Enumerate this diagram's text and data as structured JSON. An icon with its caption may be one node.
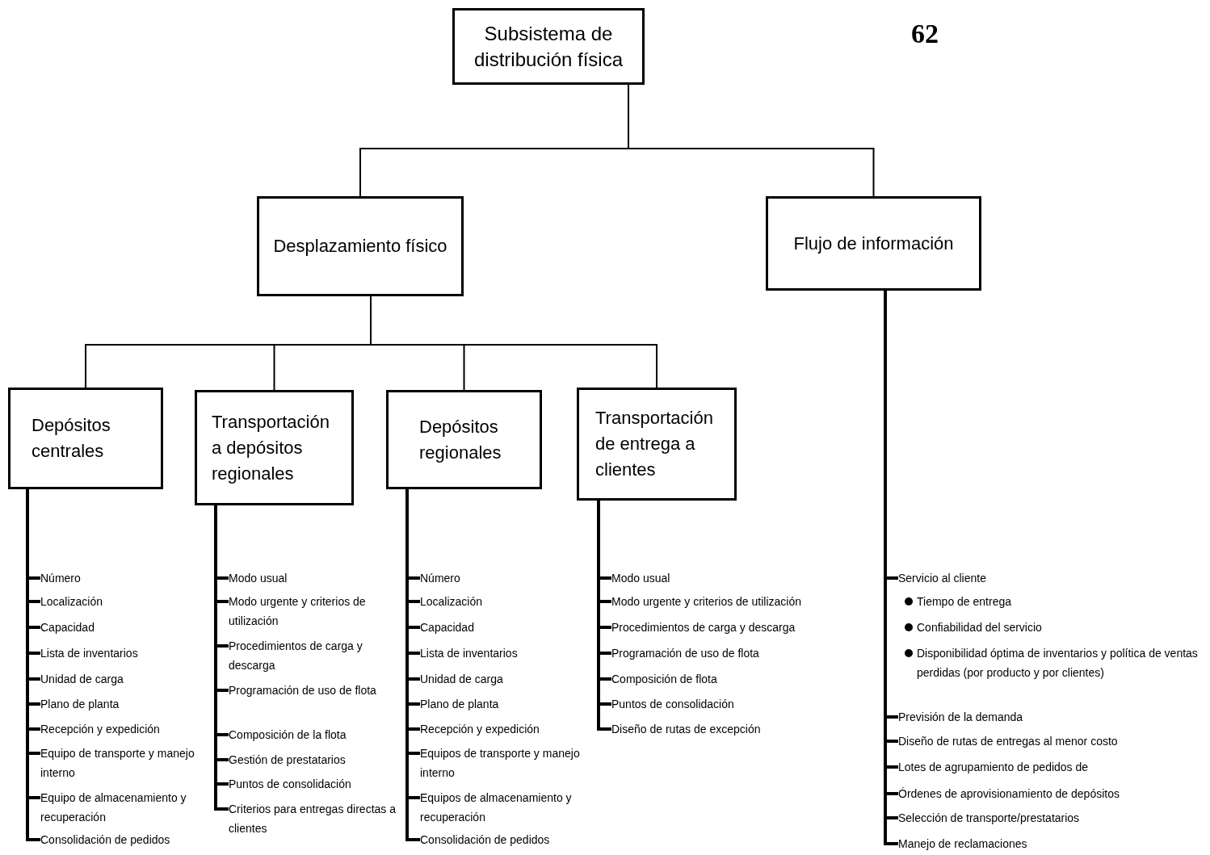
{
  "diagram": {
    "nodes": [
      {
        "text": [
          "Subsistema de distribución física"
        ]
      },
      {
        "text": [
          "Desplazamiento físico"
        ]
      },
      {
        "text": [
          "Flujo de información"
        ]
      },
      {
        "text": [
          "Depósitos centrales"
        ]
      },
      {
        "text": [
          "Transportación a depósitos regionales"
        ]
      },
      {
        "text": [
          "Depósitos regionales"
        ]
      },
      {
        "text": [
          "Transportación de entrega a clientes"
        ]
      },
      {
        "text": [
          "Número"
        ]
      },
      {
        "text": [
          "Localización"
        ]
      },
      {
        "text": [
          "Capacidad"
        ]
      },
      {
        "text": [
          "Lista de inventarios"
        ]
      },
      {
        "text": [
          "Unidad de carga"
        ]
      },
      {
        "text": [
          "Plano de planta"
        ]
      },
      {
        "text": [
          "Recepción y expedición"
        ]
      },
      {
        "text": [
          "Equipo de transporte y manejo interno"
        ]
      },
      {
        "text": [
          "Equipo de almacenamiento y recuperación"
        ]
      },
      {
        "text": [
          "Consolidación de pedidos"
        ]
      },
      {
        "text": [
          "Modo usual"
        ]
      },
      {
        "text": [
          "Modo urgente y criterios de utilización"
        ]
      },
      {
        "text": [
          "Procedimientos de carga y descarga"
        ]
      },
      {
        "text": [
          "Programación de uso de flota"
        ]
      },
      {
        "text": [
          "Composición de la flota"
        ]
      },
      {
        "text": [
          "Gestión de prestatarios"
        ]
      },
      {
        "text": [
          "Puntos de consolidación"
        ]
      },
      {
        "text": [
          "Criterios para entregas directas a clientes"
        ]
      },
      {
        "text": [
          "Número"
        ]
      },
      {
        "text": [
          "Localización"
        ]
      },
      {
        "text": [
          "Capacidad"
        ]
      },
      {
        "text": [
          "Lista de inventarios"
        ]
      },
      {
        "text": [
          "Unidad de carga"
        ]
      },
      {
        "text": [
          "Plano de planta"
        ]
      },
      {
        "text": [
          "Recepción y expedición"
        ]
      },
      {
        "text": [
          "Equipos de transporte y manejo interno"
        ]
      },
      {
        "text": [
          "Equipos de almacenamiento y recuperación"
        ]
      },
      {
        "text": [
          "Consolidación de pedidos"
        ]
      },
      {
        "text": [
          "Modo usual"
        ]
      },
      {
        "text": [
          "Modo urgente y criterios de utilización"
        ]
      },
      {
        "text": [
          "Procedimientos de carga y descarga"
        ]
      },
      {
        "text": [
          "Programación de uso de flota"
        ]
      },
      {
        "text": [
          "Composición de flota"
        ]
      },
      {
        "text": [
          "Puntos de consolidación"
        ]
      },
      {
        "text": [
          "Diseño de rutas de excepción"
        ]
      },
      {
        "text": [
          "Servicio al cliente"
        ]
      },
      {
        "text": [
          "Previsión de la demanda"
        ]
      },
      {
        "text": [
          "Diseño de rutas de entregas al menor costo"
        ]
      },
      {
        "text": [
          "Lotes de agrupamiento de pedidos de"
        ]
      },
      {
        "text": [
          "Órdenes de aprovisionamiento de depósitos"
        ]
      },
      {
        "text": [
          "Selección de transporte/prestatarios"
        ]
      },
      {
        "text": [
          "Manejo de reclamaciones"
        ]
      }
    ],
    "edges": [
      {
        "from": 0,
        "to": 1,
        "arrow": "none"
      },
      {
        "from": 0,
        "to": 2,
        "arrow": "none"
      },
      {
        "from": 1,
        "to": 3,
        "arrow": "none"
      },
      {
        "from": 1,
        "to": 4,
        "arrow": "none"
      },
      {
        "from": 1,
        "to": 5,
        "arrow": "none"
      },
      {
        "from": 1,
        "to": 6,
        "arrow": "none"
      },
      {
        "from": 3,
        "to": 7,
        "arrow": "none"
      },
      {
        "from": 3,
        "to": 8,
        "arrow": "none"
      },
      {
        "from": 3,
        "to": 9,
        "arrow": "none"
      },
      {
        "from": 3,
        "to": 10,
        "arrow": "none"
      },
      {
        "from": 3,
        "to": 11,
        "arrow": "none"
      },
      {
        "from": 3,
        "to": 12,
        "arrow": "none"
      },
      {
        "from": 3,
        "to": 13,
        "arrow": "none"
      },
      {
        "from": 3,
        "to": 14,
        "arrow": "none"
      },
      {
        "from": 3,
        "to": 15,
        "arrow": "none"
      },
      {
        "from": 3,
        "to": 16,
        "arrow": "none"
      },
      {
        "from": 4,
        "to": 17,
        "arrow": "none"
      },
      {
        "from": 4,
        "to": 18,
        "arrow": "none"
      },
      {
        "from": 4,
        "to": 19,
        "arrow": "none"
      },
      {
        "from": 4,
        "to": 20,
        "arrow": "none"
      },
      {
        "from": 4,
        "to": 21,
        "arrow": "none"
      },
      {
        "from": 4,
        "to": 22,
        "arrow": "none"
      },
      {
        "from": 4,
        "to": 23,
        "arrow": "none"
      },
      {
        "from": 4,
        "to": 24,
        "arrow": "none"
      },
      {
        "from": 5,
        "to": 25,
        "arrow": "none"
      },
      {
        "from": 5,
        "to": 26,
        "arrow": "none"
      },
      {
        "from": 5,
        "to": 27,
        "arrow": "none"
      },
      {
        "from": 5,
        "to": 28,
        "arrow": "none"
      },
      {
        "from": 5,
        "to": 29,
        "arrow": "none"
      },
      {
        "from": 5,
        "to": 30,
        "arrow": "none"
      },
      {
        "from": 5,
        "to": 31,
        "arrow": "none"
      },
      {
        "from": 5,
        "to": 32,
        "arrow": "none"
      },
      {
        "from": 5,
        "to": 33,
        "arrow": "none"
      },
      {
        "from": 5,
        "to": 34,
        "arrow": "none"
      },
      {
        "from": 6,
        "to": 35,
        "arrow": "none"
      },
      {
        "from": 6,
        "to": 36,
        "arrow": "none"
      },
      {
        "from": 6,
        "to": 37,
        "arrow": "none"
      },
      {
        "from": 6,
        "to": 38,
        "arrow": "none"
      },
      {
        "from": 6,
        "to": 39,
        "arrow": "none"
      },
      {
        "from": 6,
        "to": 40,
        "arrow": "none"
      },
      {
        "from": 6,
        "to": 41,
        "arrow": "none"
      },
      {
        "from": 2,
        "to": 42,
        "arrow": "none"
      },
      {
        "from": 2,
        "to": 43,
        "arrow": "none"
      },
      {
        "from": 2,
        "to": 44,
        "arrow": "none"
      },
      {
        "from": 2,
        "to": 45,
        "arrow": "none"
      },
      {
        "from": 2,
        "to": 46,
        "arrow": "none"
      },
      {
        "from": 2,
        "to": 47,
        "arrow": "none"
      },
      {
        "from": 2,
        "to": 48,
        "arrow": "none"
      }
    ],
    "labels": [
      "62",
      "Tiempo de entrega",
      "Confiabilidad del servicio",
      "Disponibilidad óptima de inventarios y política de ventas perdidas (por producto y por clientes)"
    ]
  }
}
